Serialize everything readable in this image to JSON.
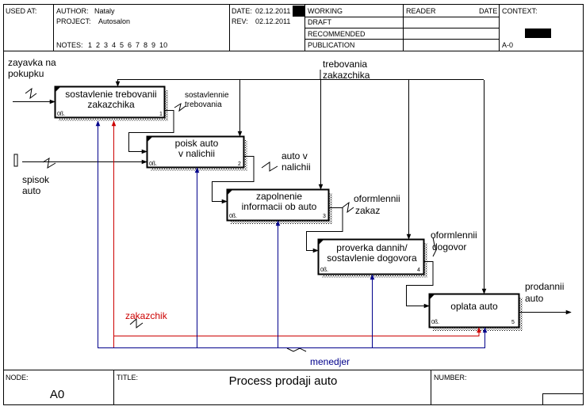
{
  "header": {
    "used_at": "USED AT:",
    "author_label": "AUTHOR:",
    "author": "Nataly",
    "project_label": "PROJECT:",
    "project": "Autosalon",
    "notes_label": "NOTES:",
    "notes_numbers": "1  2  3  4  5  6  7  8  9  10",
    "date_label": "DATE:",
    "date": "02.12.2011",
    "rev_label": "REV:",
    "rev": "02.12.2011",
    "status": [
      "WORKING",
      "DRAFT",
      "RECOMMENDED",
      "PUBLICATION"
    ],
    "reader_label": "READER",
    "reader_date_label": "DATE",
    "context_label": "CONTEXT:",
    "context_node": "A-0"
  },
  "diagram": {
    "boxes": [
      {
        "name": "sostavlenie trebovanii zakazchika",
        "lines": [
          "sostavlenie trebovanii",
          "zakazchika"
        ],
        "num": "1",
        "ref": "0ß."
      },
      {
        "name": "poisk auto v nalichii",
        "lines": [
          "poisk auto",
          "v nalichii"
        ],
        "num": "2",
        "ref": "0ß."
      },
      {
        "name": "zapolnenie informacii ob auto",
        "lines": [
          "zapolnenie",
          "informacii ob auto"
        ],
        "num": "3",
        "ref": "0ß."
      },
      {
        "name": "proverka dannih/ sostavlenie dogovora",
        "lines": [
          "proverka dannih/",
          "sostavlenie dogovora"
        ],
        "num": "4",
        "ref": "0ß."
      },
      {
        "name": "oplata auto",
        "lines": [
          "oplata auto"
        ],
        "num": "5",
        "ref": "0ß."
      }
    ],
    "arrow_labels": {
      "zayavka": [
        "zayavka na",
        "pokupku"
      ],
      "trebovania": [
        "trebovania",
        "zakazchika"
      ],
      "sostavlennie": [
        "sostavlennie",
        "trebovania"
      ],
      "spisok": [
        "spisok",
        "auto"
      ],
      "auto_v_nalichii": [
        "auto v",
        "nalichii"
      ],
      "oformlennii_zakaz": [
        "oformlennii",
        "zakaz"
      ],
      "oformlennii_dogovor": [
        "oformlennii",
        "dogovor"
      ],
      "prodannii": [
        "prodannii",
        "auto"
      ],
      "zakazchik": "zakazchik",
      "menedjer": "menedjer"
    },
    "colors": {
      "zakazchik": "#cc0000",
      "menedjer": "#00008b"
    }
  },
  "footer": {
    "node_label": "NODE:",
    "node": "A0",
    "title_label": "TITLE:",
    "title": "Process prodaji auto",
    "number_label": "NUMBER:"
  }
}
